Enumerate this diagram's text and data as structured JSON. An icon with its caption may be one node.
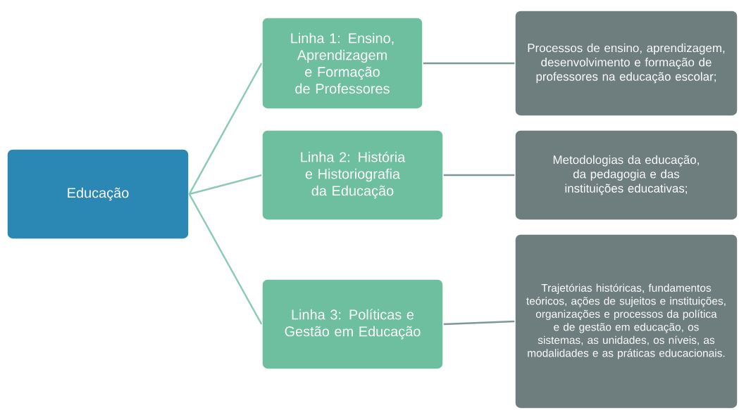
{
  "diagram": {
    "nodes": [
      {
        "text": [
          "Educação"
        ]
      },
      {
        "text": [
          "Linha 1: Ensino, Aprendizagem e Formação de Professores"
        ]
      },
      {
        "text": [
          "Linha 2: História e Historiografia da Educação"
        ]
      },
      {
        "text": [
          "Linha 3: Políticas e Gestão em Educação"
        ]
      },
      {
        "text": [
          "Processos de ensino, aprendizagem, desenvolvimento e formação de professores na educação escolar;"
        ]
      },
      {
        "text": [
          "Metodologias da educação, da pedagogia e das instituições educativas;"
        ]
      },
      {
        "text": [
          "Trajetórias históricas, fundamentos teóricos, ações de sujeitos e instituições, organizações e  processos da política e de gestão em educação, os sistemas, as unidades, os níveis, as modalidades e as práticas educacionais."
        ]
      }
    ],
    "edges": [
      {
        "from": 0,
        "to": 1,
        "arrow": "none"
      },
      {
        "from": 0,
        "to": 2,
        "arrow": "none"
      },
      {
        "from": 0,
        "to": 3,
        "arrow": "none"
      },
      {
        "from": 1,
        "to": 4,
        "arrow": "none",
        "color": "#7d9898"
      },
      {
        "from": 2,
        "to": 5,
        "arrow": "none",
        "color": "#7d9898"
      },
      {
        "from": 3,
        "to": 6,
        "arrow": "none",
        "color": "#7d9898"
      }
    ]
  }
}
